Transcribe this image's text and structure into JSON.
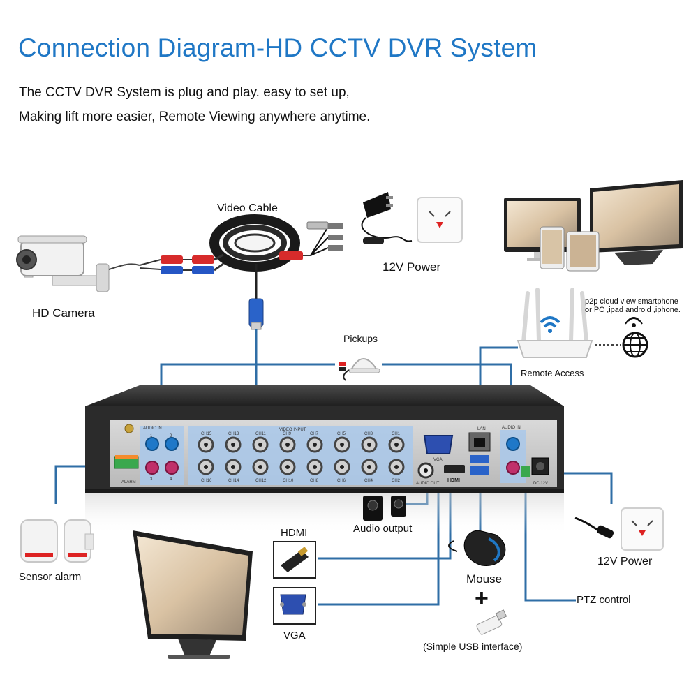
{
  "header": {
    "title": "Connection Diagram-HD CCTV DVR System",
    "intro_line1": "The CCTV DVR System is plug and play. easy to set up,",
    "intro_line2": "Making lift more easier, Remote Viewing anywhere anytime."
  },
  "labels": {
    "video_cable": "Video Cable",
    "hd_camera": "HD Camera",
    "power_top": "12V Power",
    "remote_note_1": "p2p cloud view smartphone",
    "remote_note_2": "or PC ,ipad android ,iphone.",
    "pickups": "Pickups",
    "remote_access": "Remote Access",
    "sensor_alarm": "Sensor alarm",
    "hdmi": "HDMI",
    "audio_output": "Audio output",
    "mouse": "Mouse",
    "plus": "+",
    "power_right": "12V Power",
    "ptz_control": "PTZ control",
    "vga": "VGA",
    "usb_interface": "(Simple USB interface)"
  },
  "dvr_panel": {
    "video_input": "VIDEO INPUT",
    "audio_in_left": "AUDIO IN",
    "audio_in_right": "AUDIO IN",
    "alarm": "ALARM",
    "lan": "LAN",
    "vga_port": "VGA",
    "audio_out": "AUDIO OUT",
    "hdmi_port": "HDMI",
    "dc": "DC 12V",
    "audio_numbers": [
      "1",
      "2",
      "3",
      "4"
    ],
    "channels_top": [
      "CH15",
      "CH13",
      "CH11",
      "CH9",
      "CH7",
      "CH5",
      "CH3",
      "CH1"
    ],
    "channels_bottom": [
      "CH16",
      "CH14",
      "CH12",
      "CH10",
      "CH8",
      "CH6",
      "CH4",
      "CH2"
    ]
  },
  "colors": {
    "title_blue": "#1f77c5",
    "connector_line": "#2f6ea6",
    "panel_highlight": "#a9c8ea",
    "dvr_body": "#3a3a3a"
  }
}
